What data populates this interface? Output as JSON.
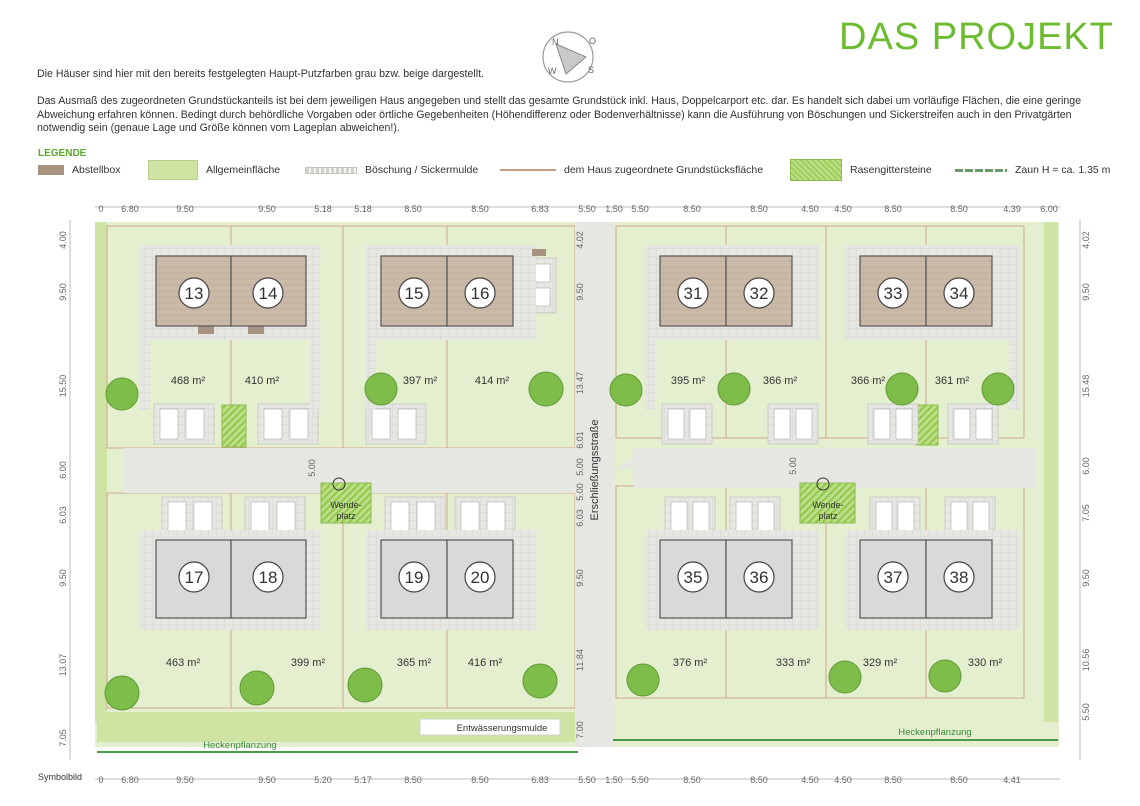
{
  "title": "DAS PROJEKT",
  "intro": {
    "line1": "Die Häuser sind hier mit den bereits festgelegten Haupt-Putzfarben grau bzw. beige dargestellt.",
    "paragraph2": "Das Ausmaß des zugeordneten Grundstückanteils ist bei dem jeweiligen Haus angegeben und stellt das gesamte Grundstück inkl. Haus, Doppelcarport etc. dar. Es handelt sich dabei um vorläufige Flächen, die eine geringe Abweichung erfahren können. Bedingt durch behördliche Vorgaben oder örtliche Gegebenheiten (Höhendifferenz oder Bodenverhältnisse) kann die Ausführung von Böschungen und Sickerstreifen auch in den Privatgärten notwendig sein (genaue Lage und Größe können vom Lageplan abweichen!)."
  },
  "legend": {
    "heading": "LEGENDE",
    "items": [
      {
        "label": "Abstellbox",
        "color": "#a89280"
      },
      {
        "label": "Allgemeinfläche",
        "color": "#cfe4a2"
      },
      {
        "label": "Böschung / Sickermulde",
        "color": "#d9dcd2"
      },
      {
        "label": "dem Haus zugeordnete Grundstücksfläche",
        "color": "#c79a84"
      },
      {
        "label": "Rasengittersteine",
        "color": "#9fcf5a"
      },
      {
        "label": "Zaun H = ca. 1.35 m",
        "color": "#6a9a6a"
      }
    ]
  },
  "compass": {
    "letters": [
      "N",
      "O",
      "S",
      "W"
    ]
  },
  "houses": {
    "beige": [
      "13",
      "14",
      "15",
      "16",
      "31",
      "32",
      "33",
      "34"
    ],
    "grey": [
      "17",
      "18",
      "19",
      "20",
      "35",
      "36",
      "37",
      "38"
    ]
  },
  "areas": [
    "468 m²",
    "410 m²",
    "397 m²",
    "414 m²",
    "395 m²",
    "366 m²",
    "366 m²",
    "361 m²",
    "463 m²",
    "399 m²",
    "365 m²",
    "416 m²",
    "376 m²",
    "333 m²",
    "329 m²",
    "330 m²"
  ],
  "labels": {
    "street": "Erschließungsstraße",
    "turn": "Wende-",
    "turn2": "platz",
    "drainage": "Entwässerungsmulde",
    "hedge": "Heckenpflanzung"
  },
  "dims": {
    "top": [
      "6.80",
      "9.50",
      "9.50",
      "5.18",
      "5.18",
      "8.50",
      "8.50",
      "6.83",
      "5.50",
      "1.50",
      "5.50",
      "8.50",
      "8.50",
      "4.50",
      "4.50",
      "8.50",
      "8.50",
      "4.39",
      "6.00"
    ],
    "bottom": [
      "6.80",
      "9.50",
      "9.50",
      "5.20",
      "5.17",
      "8.50",
      "8.50",
      "6.83",
      "5.50",
      "1.50",
      "5.50",
      "8.50",
      "8.50",
      "4.50",
      "4.50",
      "8.50",
      "8.50",
      "4.41"
    ],
    "left": [
      "4.00",
      "9.50",
      "15.50",
      "6.00",
      "6.03",
      "9.50",
      "13.07",
      "7.05"
    ],
    "right": [
      "4.02",
      "9.50",
      "15.48",
      "6.00",
      "7.05",
      "9.50",
      "10.56",
      "5.50"
    ],
    "center_v": [
      "4.02",
      "9.50",
      "13.47",
      "6.01",
      "5.00",
      "5.00",
      "6.03",
      "9.50",
      "11.84",
      "7.00"
    ],
    "turn_dims": [
      "5.00",
      "5.00"
    ]
  },
  "footer": "Symbolbild"
}
